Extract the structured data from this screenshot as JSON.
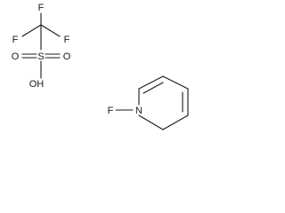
{
  "molecule_1": {
    "atoms": {
      "f_left": "F",
      "f_top": "F",
      "f_right": "F",
      "o_left": "O",
      "s": "S",
      "o_right": "O",
      "oh": "OH"
    }
  },
  "molecule_2": {
    "atoms": {
      "f": "F",
      "n": "N"
    }
  }
}
